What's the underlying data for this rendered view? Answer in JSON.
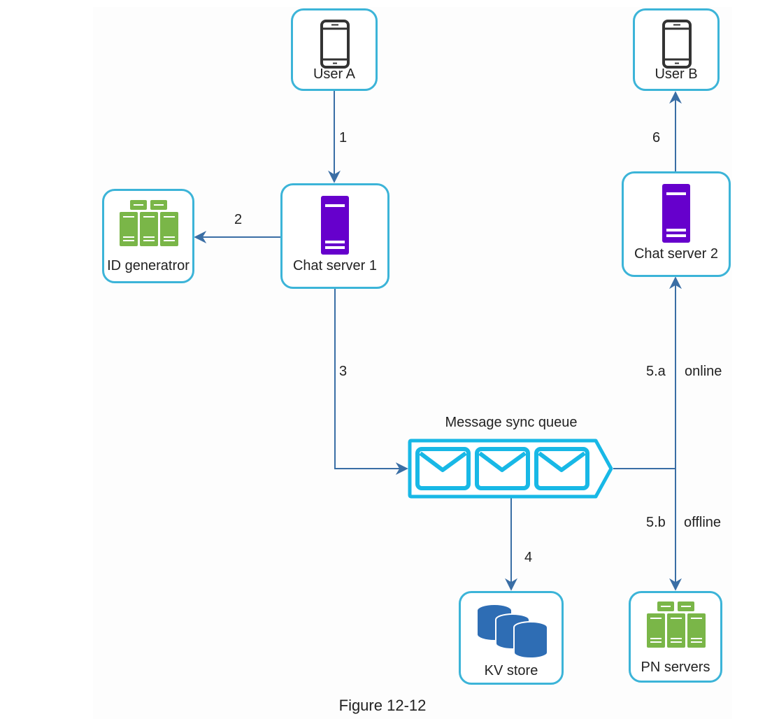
{
  "figure": {
    "caption": "Figure 12-12"
  },
  "colors": {
    "node_border": "#3cb4d8",
    "arrow": "#3a6ea5",
    "server_purple": "#6600cc",
    "server_green": "#7ab648",
    "db_blue": "#2e6db4",
    "queue_cyan": "#18b8e6",
    "phone_gray": "#333333"
  },
  "nodes": {
    "user_a": {
      "label": "User A",
      "icon": "mobile-phone-icon"
    },
    "user_b": {
      "label": "User B",
      "icon": "mobile-phone-icon"
    },
    "chat_server_1": {
      "label": "Chat server 1",
      "icon": "server-icon"
    },
    "chat_server_2": {
      "label": "Chat server 2",
      "icon": "server-icon"
    },
    "id_generator": {
      "label": "ID generatror",
      "icon": "server-cluster-icon"
    },
    "message_queue": {
      "label": "Message sync queue",
      "icon": "envelope-icon",
      "message_count": 3
    },
    "kv_store": {
      "label": "KV store",
      "icon": "database-icon"
    },
    "pn_servers": {
      "label": "PN servers",
      "icon": "server-cluster-icon"
    }
  },
  "edges": [
    {
      "id": "e1",
      "from": "User A",
      "to": "Chat server 1",
      "label": "1"
    },
    {
      "id": "e2",
      "from": "Chat server 1",
      "to": "ID generatror",
      "label": "2"
    },
    {
      "id": "e3",
      "from": "Chat server 1",
      "to": "Message sync queue",
      "label": "3"
    },
    {
      "id": "e4",
      "from": "Message sync queue",
      "to": "KV store",
      "label": "4"
    },
    {
      "id": "e5a",
      "from": "Message sync queue",
      "to": "Chat server 2",
      "label": "5.a",
      "condition": "online"
    },
    {
      "id": "e5b",
      "from": "Message sync queue",
      "to": "PN servers",
      "label": "5.b",
      "condition": "offline"
    },
    {
      "id": "e6",
      "from": "Chat server 2",
      "to": "User B",
      "label": "6"
    }
  ],
  "edge_labels": {
    "e1": "1",
    "e2": "2",
    "e3": "3",
    "e4": "4",
    "e5a": "5.a",
    "e5a_cond": "online",
    "e5b": "5.b",
    "e5b_cond": "offline",
    "e6": "6"
  }
}
